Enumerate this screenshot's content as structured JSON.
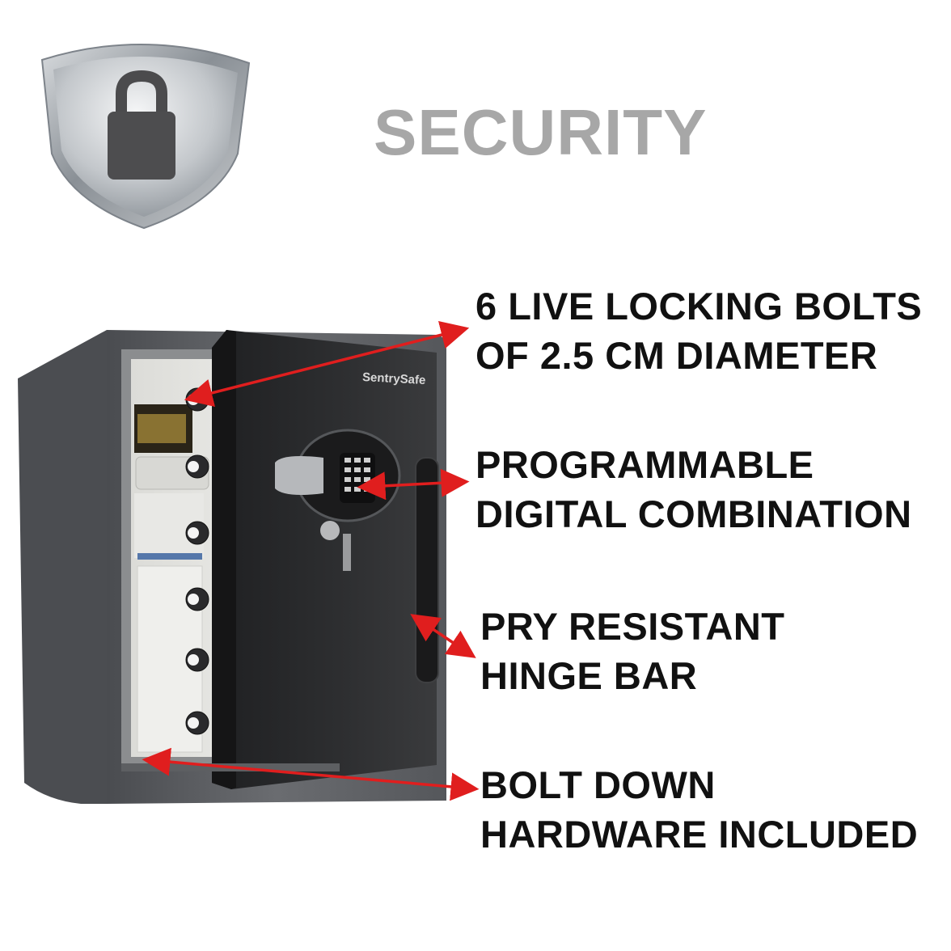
{
  "heading": "SECURITY",
  "icons": {
    "badge": "shield-padlock-icon"
  },
  "product": {
    "brand_logo_text": "SentrySafe"
  },
  "features": [
    {
      "line1": "6 LIVE LOCKING BOLTS",
      "line2": "OF 2.5 CM DIAMETER"
    },
    {
      "line1": "PROGRAMMABLE",
      "line2": "DIGITAL COMBINATION"
    },
    {
      "line1": "PRY RESISTANT",
      "line2": "HINGE BAR"
    },
    {
      "line1": "BOLT DOWN",
      "line2": "HARDWARE INCLUDED"
    }
  ],
  "colors": {
    "heading": "#a7a7a7",
    "feature_text": "#111111",
    "arrow": "#e01e1e",
    "safe_body": "#5a5c60",
    "door": "#2b2c2e"
  }
}
